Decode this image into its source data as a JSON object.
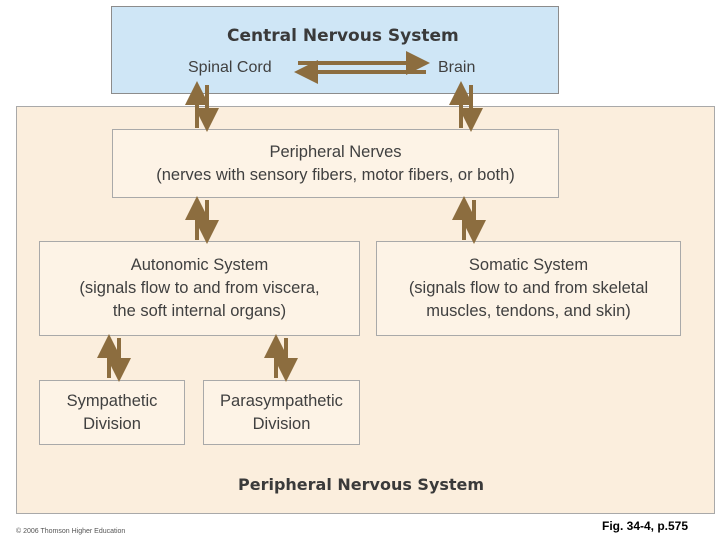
{
  "cns": {
    "title": "Central Nervous System",
    "spinal_cord": "Spinal Cord",
    "brain": "Brain"
  },
  "peripheral_nerves": {
    "line1": "Peripheral Nerves",
    "line2": "(nerves with sensory fibers, motor fibers, or both)"
  },
  "autonomic": {
    "line1": "Autonomic System",
    "line2": "(signals flow to and from viscera,",
    "line3": "the soft internal organs)"
  },
  "somatic": {
    "line1": "Somatic System",
    "line2": "(signals flow to and from skeletal",
    "line3": "muscles, tendons, and skin)"
  },
  "sympathetic": {
    "line1": "Sympathetic",
    "line2": "Division"
  },
  "parasympathetic": {
    "line1": "Parasympathetic",
    "line2": "Division"
  },
  "pns": {
    "title": "Peripheral Nervous System"
  },
  "copyright": "© 2006 Thomson Higher Education",
  "figure_ref": "Fig. 34-4, p.575",
  "colors": {
    "arrow": "#8c6d3f",
    "cns_fill": "#cfe6f6",
    "pns_fill": "#fbeedd"
  }
}
